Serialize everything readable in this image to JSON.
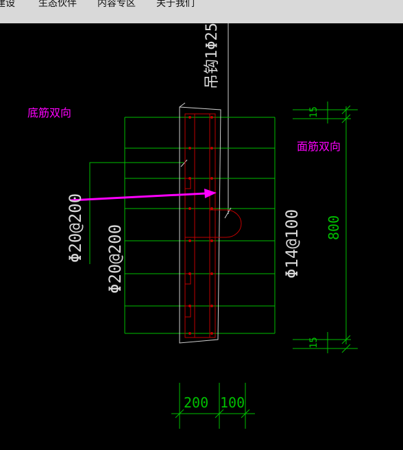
{
  "nav": {
    "items": [
      {
        "label": "建设"
      },
      {
        "label": "生态伙伴"
      },
      {
        "label": "内容专区"
      },
      {
        "label": "关于我们"
      }
    ]
  },
  "drawing": {
    "colors": {
      "background": "#000000",
      "rebar_grid": "#00c000",
      "section_outline": "#d0d0d0",
      "rebar_red": "#c00000",
      "annotation_magenta": "#ff00ff",
      "label_white": "#d8d8d8",
      "dimension_green": "#00c000"
    },
    "annotations": {
      "bottom_rebar_both_ways": "底筋双向",
      "top_rebar_both_ways": "面筋双向"
    },
    "labels": {
      "hook_bar": "吊钩1Φ25",
      "rebar_outer": "Φ20@200",
      "rebar_inner": "Φ20@200",
      "rebar_right": "Φ14@100"
    },
    "dimensions": {
      "height": "800",
      "top_cover": "15",
      "bottom_cover": "15",
      "width_left": "200",
      "width_right": "100"
    }
  }
}
